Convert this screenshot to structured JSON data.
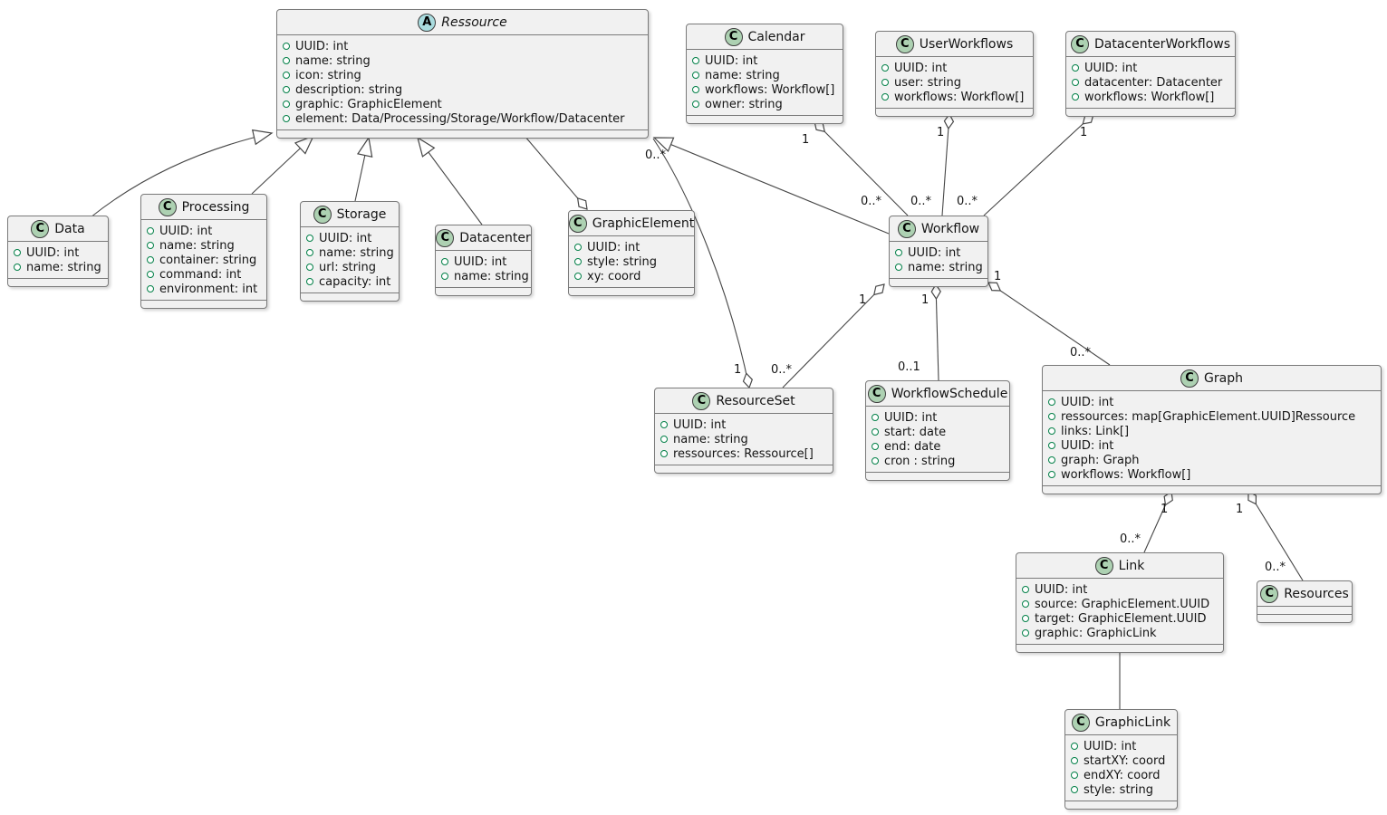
{
  "diagram": {
    "kind": "uml-class-diagram",
    "colors": {
      "background": "#ffffff",
      "box_fill": "#f1f1f1",
      "box_border": "#7a7a7a",
      "line": "#474747",
      "class_spot_fill": "#add1b2",
      "abstract_spot_fill": "#a9dcdf",
      "field_icon_color": "#038048",
      "text": "#141414"
    },
    "classes": [
      {
        "id": "ressource",
        "name": "Ressource",
        "kind": "abstract",
        "spot": "A",
        "attributes": [
          "UUID: int",
          "name: string",
          "icon: string",
          "description: string",
          "graphic: GraphicElement",
          "element: Data/Processing/Storage/Workflow/Datacenter"
        ]
      },
      {
        "id": "calendar",
        "name": "Calendar",
        "kind": "class",
        "spot": "C",
        "attributes": [
          "UUID: int",
          "name: string",
          "workflows: Workflow[]",
          "owner: string"
        ]
      },
      {
        "id": "userworkflows",
        "name": "UserWorkflows",
        "kind": "class",
        "spot": "C",
        "attributes": [
          "UUID: int",
          "user: string",
          "workflows: Workflow[]"
        ]
      },
      {
        "id": "datacenterworkflows",
        "name": "DatacenterWorkflows",
        "kind": "class",
        "spot": "C",
        "attributes": [
          "UUID: int",
          "datacenter: Datacenter",
          "workflows: Workflow[]"
        ]
      },
      {
        "id": "data",
        "name": "Data",
        "kind": "class",
        "spot": "C",
        "attributes": [
          "UUID: int",
          "name: string"
        ]
      },
      {
        "id": "processing",
        "name": "Processing",
        "kind": "class",
        "spot": "C",
        "attributes": [
          "UUID: int",
          "name: string",
          "container: string",
          "command: int",
          "environment: int"
        ]
      },
      {
        "id": "storage",
        "name": "Storage",
        "kind": "class",
        "spot": "C",
        "attributes": [
          "UUID: int",
          "name: string",
          "url: string",
          "capacity: int"
        ]
      },
      {
        "id": "datacenter",
        "name": "Datacenter",
        "kind": "class",
        "spot": "C",
        "attributes": [
          "UUID: int",
          "name: string"
        ]
      },
      {
        "id": "graphicelement",
        "name": "GraphicElement",
        "kind": "class",
        "spot": "C",
        "attributes": [
          "UUID: int",
          "style: string",
          "xy: coord"
        ]
      },
      {
        "id": "workflow",
        "name": "Workflow",
        "kind": "class",
        "spot": "C",
        "attributes": [
          "UUID: int",
          "name: string"
        ]
      },
      {
        "id": "resourceset",
        "name": "ResourceSet",
        "kind": "class",
        "spot": "C",
        "attributes": [
          "UUID: int",
          "name: string",
          "ressources: Ressource[]"
        ]
      },
      {
        "id": "workflowschedule",
        "name": "WorkflowSchedule",
        "kind": "class",
        "spot": "C",
        "attributes": [
          "UUID: int",
          "start: date",
          "end: date",
          "cron : string"
        ]
      },
      {
        "id": "graph",
        "name": "Graph",
        "kind": "class",
        "spot": "C",
        "attributes": [
          "UUID: int",
          "ressources: map[GraphicElement.UUID]Ressource",
          "links: Link[]",
          "UUID: int",
          "graph: Graph",
          "workflows: Workflow[]"
        ]
      },
      {
        "id": "link",
        "name": "Link",
        "kind": "class",
        "spot": "C",
        "attributes": [
          "UUID: int",
          "source: GraphicElement.UUID",
          "target: GraphicElement.UUID",
          "graphic: GraphicLink"
        ]
      },
      {
        "id": "resources",
        "name": "Resources",
        "kind": "class",
        "spot": "C",
        "attributes": []
      },
      {
        "id": "graphiclink",
        "name": "GraphicLink",
        "kind": "class",
        "spot": "C",
        "attributes": [
          "UUID: int",
          "startXY: coord",
          "endXY: coord",
          "style: string"
        ]
      }
    ],
    "relations": [
      {
        "id": "data_extends_ressource",
        "type": "inheritance",
        "from": "Data",
        "to": "Ressource",
        "source_mult": "",
        "target_mult": ""
      },
      {
        "id": "processing_extends_ressource",
        "type": "inheritance",
        "from": "Processing",
        "to": "Ressource",
        "source_mult": "",
        "target_mult": ""
      },
      {
        "id": "storage_extends_ressource",
        "type": "inheritance",
        "from": "Storage",
        "to": "Ressource",
        "source_mult": "",
        "target_mult": ""
      },
      {
        "id": "datacenter_extends_ressource",
        "type": "inheritance",
        "from": "Datacenter",
        "to": "Ressource",
        "source_mult": "",
        "target_mult": ""
      },
      {
        "id": "workflow_extends_ressource",
        "type": "inheritance",
        "from": "Workflow",
        "to": "Ressource",
        "source_mult": "",
        "target_mult": ""
      },
      {
        "id": "ressource_graphicelement",
        "type": "aggregation",
        "from": "GraphicElement",
        "to": "Ressource",
        "source_mult": "",
        "target_mult": ""
      },
      {
        "id": "calendar_workflow",
        "type": "aggregation",
        "from": "Calendar",
        "to": "Workflow",
        "source_mult": "1",
        "target_mult": "0..*"
      },
      {
        "id": "userworkflows_workflow",
        "type": "aggregation",
        "from": "UserWorkflows",
        "to": "Workflow",
        "source_mult": "1",
        "target_mult": "0..*"
      },
      {
        "id": "datacenterworkflows_workflow",
        "type": "aggregation",
        "from": "DatacenterWorkflows",
        "to": "Workflow",
        "source_mult": "1",
        "target_mult": "0..*"
      },
      {
        "id": "workflow_resourceset",
        "type": "aggregation",
        "from": "Workflow",
        "to": "ResourceSet",
        "source_mult": "1",
        "target_mult": "0..*"
      },
      {
        "id": "resourceset_ressource",
        "type": "aggregation",
        "from": "ResourceSet",
        "to": "Ressource",
        "source_mult": "1",
        "target_mult": "0..*"
      },
      {
        "id": "workflow_workflowschedule",
        "type": "aggregation",
        "from": "Workflow",
        "to": "WorkflowSchedule",
        "source_mult": "1",
        "target_mult": "0..1"
      },
      {
        "id": "workflow_graph",
        "type": "aggregation",
        "from": "Workflow",
        "to": "Graph",
        "source_mult": "1",
        "target_mult": "0..*"
      },
      {
        "id": "graph_link",
        "type": "aggregation",
        "from": "Graph",
        "to": "Link",
        "source_mult": "1",
        "target_mult": "0..*"
      },
      {
        "id": "graph_resources",
        "type": "aggregation",
        "from": "Graph",
        "to": "Resources",
        "source_mult": "1",
        "target_mult": "0..*"
      },
      {
        "id": "link_graphiclink",
        "type": "association",
        "from": "Link",
        "to": "GraphicLink",
        "source_mult": "",
        "target_mult": ""
      }
    ]
  }
}
